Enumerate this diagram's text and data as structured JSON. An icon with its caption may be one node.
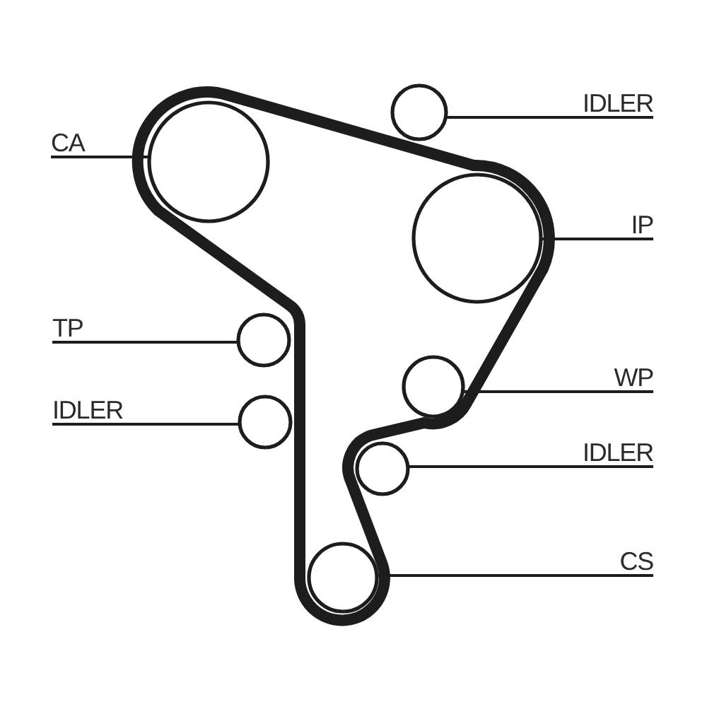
{
  "diagram": {
    "nodes": [
      {
        "text": [
          "IDLER"
        ]
      },
      {
        "text": [],
        "shape": "circle"
      },
      {
        "text": [
          "CA"
        ]
      },
      {
        "text": [],
        "shape": "circle"
      },
      {
        "text": [
          "IP"
        ]
      },
      {
        "text": [],
        "shape": "circle"
      },
      {
        "text": [
          "TP"
        ]
      },
      {
        "text": [],
        "shape": "circle"
      },
      {
        "text": [
          "WP"
        ]
      },
      {
        "text": [],
        "shape": "circle"
      },
      {
        "text": [
          "IDLER"
        ]
      },
      {
        "text": [],
        "shape": "circle"
      },
      {
        "text": [
          "IDLER"
        ]
      },
      {
        "text": [],
        "shape": "circle"
      },
      {
        "text": [
          "CS"
        ]
      },
      {
        "text": [],
        "shape": "circle"
      }
    ],
    "edges": [
      {
        "from": 0,
        "to": 1,
        "arrow": "none"
      },
      {
        "from": 2,
        "to": 3,
        "arrow": "none"
      },
      {
        "from": 4,
        "to": 5,
        "arrow": "none"
      },
      {
        "from": 6,
        "to": 7,
        "arrow": "none"
      },
      {
        "from": 8,
        "to": 9,
        "arrow": "none"
      },
      {
        "from": 10,
        "to": 11,
        "arrow": "none"
      },
      {
        "from": 12,
        "to": 13,
        "arrow": "none"
      },
      {
        "from": 14,
        "to": 15,
        "arrow": "none"
      }
    ]
  }
}
